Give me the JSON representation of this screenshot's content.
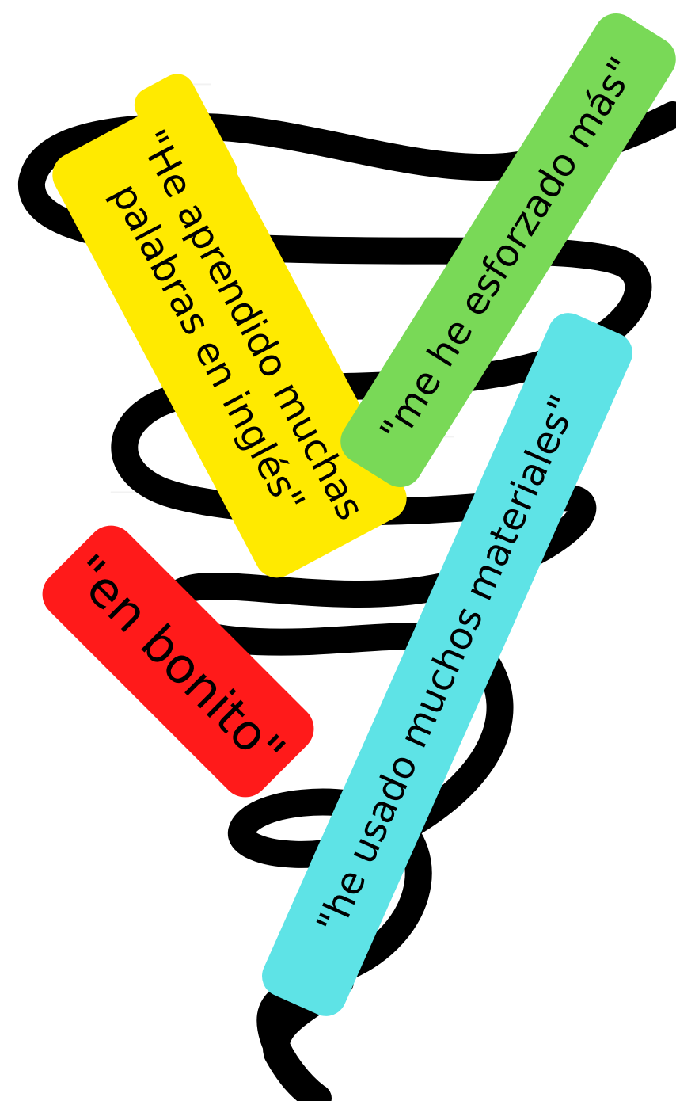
{
  "labels": {
    "yellow": {
      "text": "\"He aprendido muchas palabras en inglés\"",
      "color": "#ffea00"
    },
    "green": {
      "text": "\"me he esforzado más\"",
      "color": "#79d957"
    },
    "cyan": {
      "text": "\"he usado muchos materiales\"",
      "color": "#5ee3e6"
    },
    "red": {
      "text": "\"en bonito\"",
      "color": "#ff1a1a"
    }
  },
  "spiral": {
    "color": "#000000"
  },
  "background": {
    "color": "#ffffff"
  }
}
